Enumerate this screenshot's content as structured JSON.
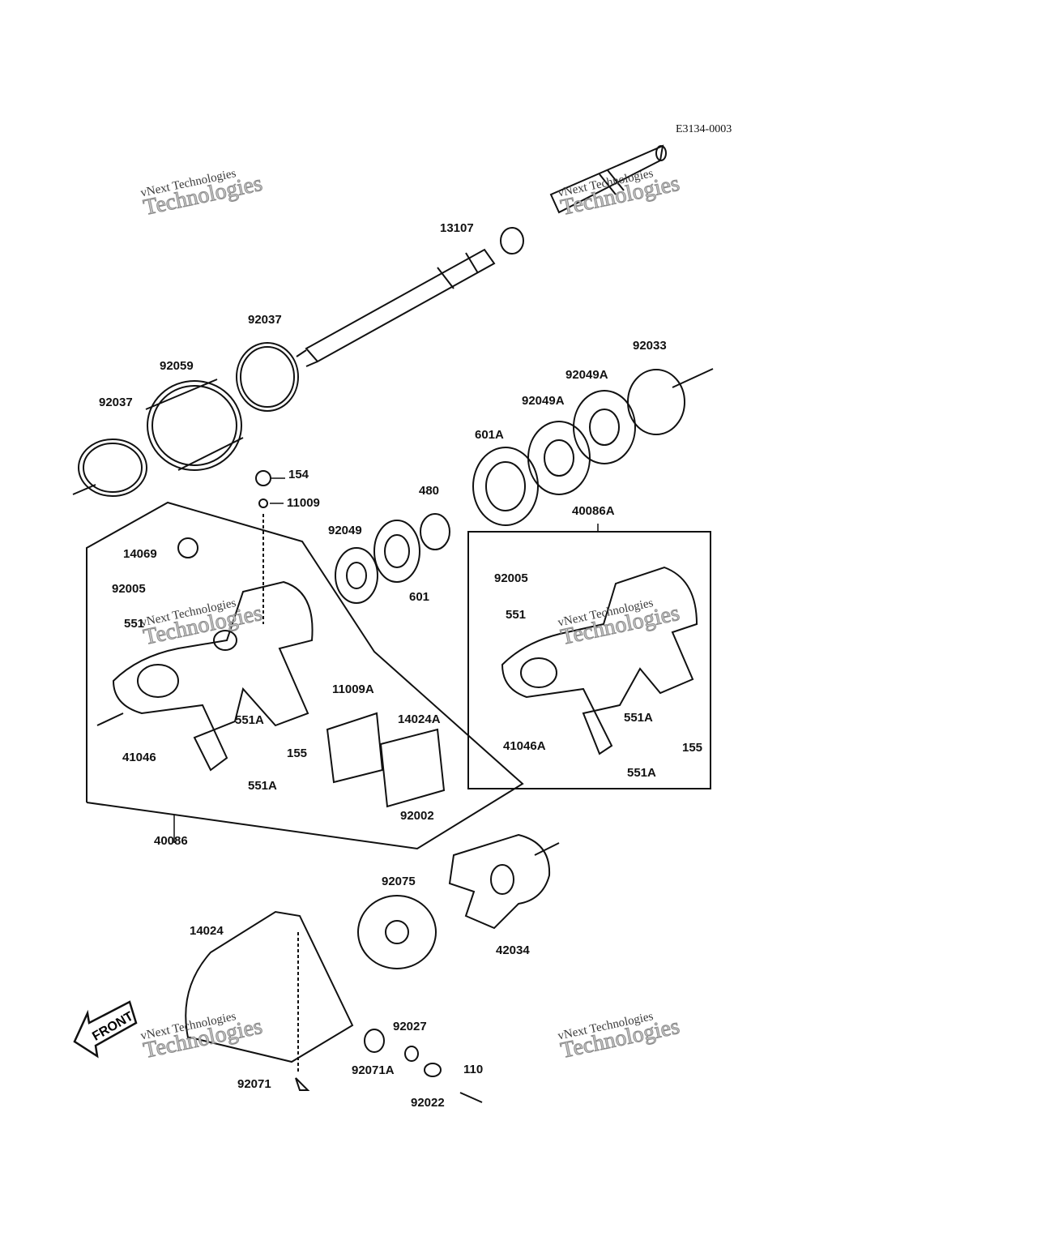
{
  "diagram_code": "E3134-0003",
  "front_label": "FRONT",
  "watermark": {
    "line1": "vNext Technologies",
    "line2": "Technologies"
  },
  "labels": [
    "13107",
    "92037",
    "92059",
    "92037",
    "92033",
    "92049A",
    "92049A",
    "601A",
    "154",
    "11009",
    "480",
    "40086A",
    "14069",
    "92049",
    "601",
    "92005",
    "92005",
    "551",
    "551",
    "11009A",
    "14024A",
    "551A",
    "551A",
    "41046",
    "41046A",
    "155",
    "155",
    "551A",
    "551A",
    "92002",
    "40086",
    "92075",
    "14024",
    "42034",
    "92027",
    "92071A",
    "110",
    "92071",
    "92022"
  ]
}
